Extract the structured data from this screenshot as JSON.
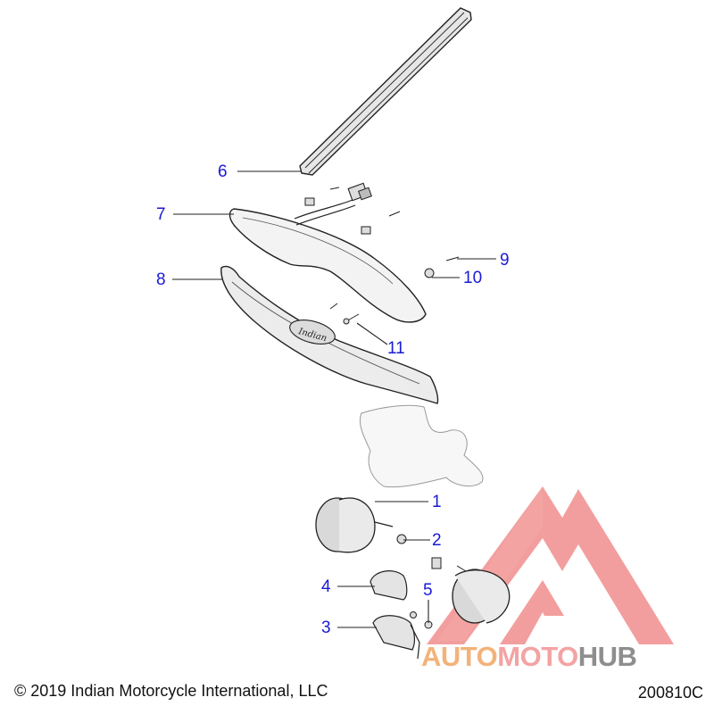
{
  "callouts": [
    {
      "label": "6"
    },
    {
      "label": "7"
    },
    {
      "label": "8"
    },
    {
      "label": "9"
    },
    {
      "label": "10"
    },
    {
      "label": "11"
    },
    {
      "label": "1"
    },
    {
      "label": "2"
    },
    {
      "label": "4"
    },
    {
      "label": "5"
    },
    {
      "label": "3"
    }
  ],
  "emblem_text": "Indian",
  "footer": {
    "copyright": "© 2019 Indian Motorcycle International, LLC",
    "drawing_number": "200810C"
  },
  "watermark": {
    "part1": "AUTO",
    "part2": "MOTO",
    "part3": "HUB",
    "colors": {
      "auto": "#f2b37a",
      "moto": "#f3a3a3",
      "hub": "#8e8e8e",
      "logo": "#f08080"
    }
  },
  "colors": {
    "callout": "#1a1ad6",
    "line": "#222222"
  }
}
